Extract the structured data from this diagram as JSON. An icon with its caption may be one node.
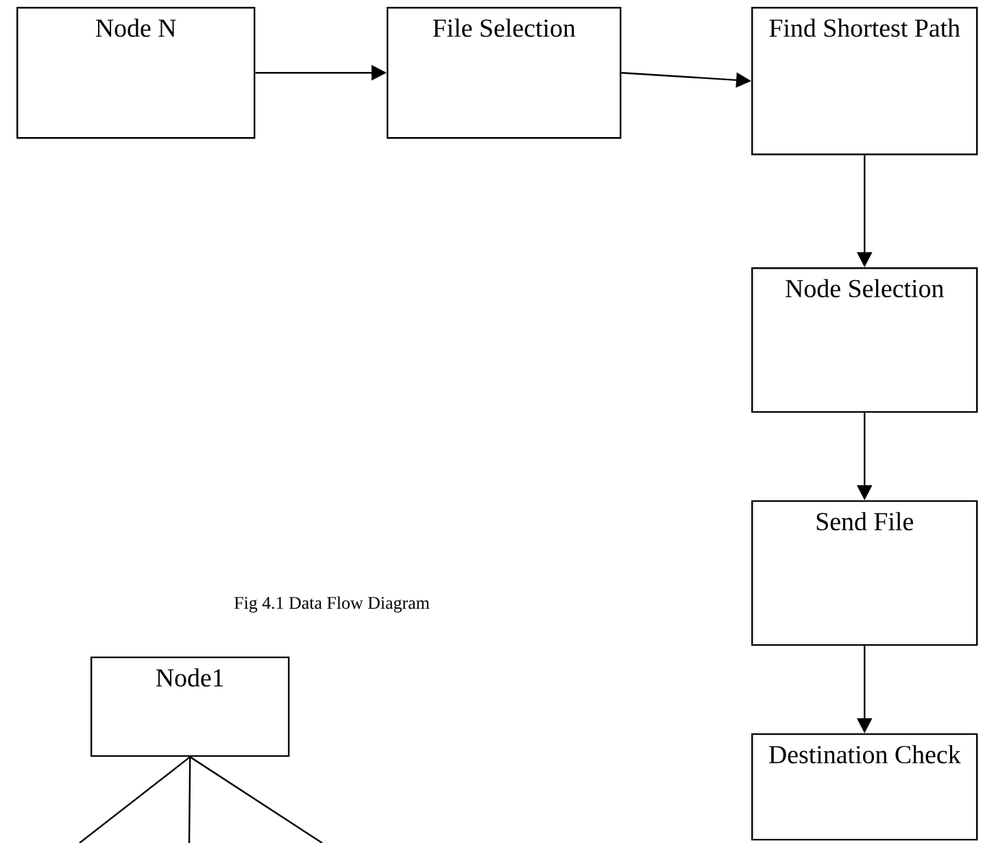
{
  "diagram": {
    "caption": "Fig 4.1 Data Flow Diagram",
    "nodes": [
      {
        "text": [
          "Node N"
        ]
      },
      {
        "text": [
          "File Selection"
        ]
      },
      {
        "text": [
          "Find Shortest Path"
        ]
      },
      {
        "text": [
          "Node Selection"
        ]
      },
      {
        "text": [
          "Send File"
        ]
      },
      {
        "text": [
          "Destination Check"
        ]
      },
      {
        "text": [
          "Node1"
        ]
      }
    ],
    "edges": [
      {
        "from": 0,
        "to": 1,
        "arrow": "to"
      },
      {
        "from": 1,
        "to": 2,
        "arrow": "to"
      },
      {
        "from": 2,
        "to": 3,
        "arrow": "to"
      },
      {
        "from": 3,
        "to": 4,
        "arrow": "to"
      },
      {
        "from": 4,
        "to": 5,
        "arrow": "to"
      },
      {
        "from": 6,
        "to": null,
        "arrow": "none"
      },
      {
        "from": 6,
        "to": null,
        "arrow": "none"
      },
      {
        "from": 6,
        "to": null,
        "arrow": "none"
      }
    ]
  }
}
